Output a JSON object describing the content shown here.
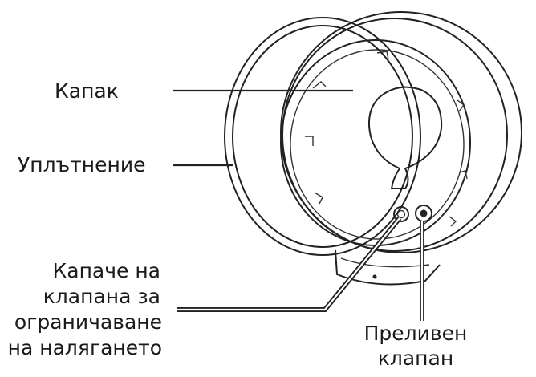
{
  "labels": {
    "lid": "Капак",
    "seal": "Уплътнение",
    "valve_cap": [
      "Капаче на",
      "клапана за",
      "ограничаване",
      "на налягането"
    ],
    "overflow_valve": [
      "Преливен",
      "клапан"
    ]
  },
  "colors": {
    "line": "#222222",
    "background": "#ffffff"
  }
}
